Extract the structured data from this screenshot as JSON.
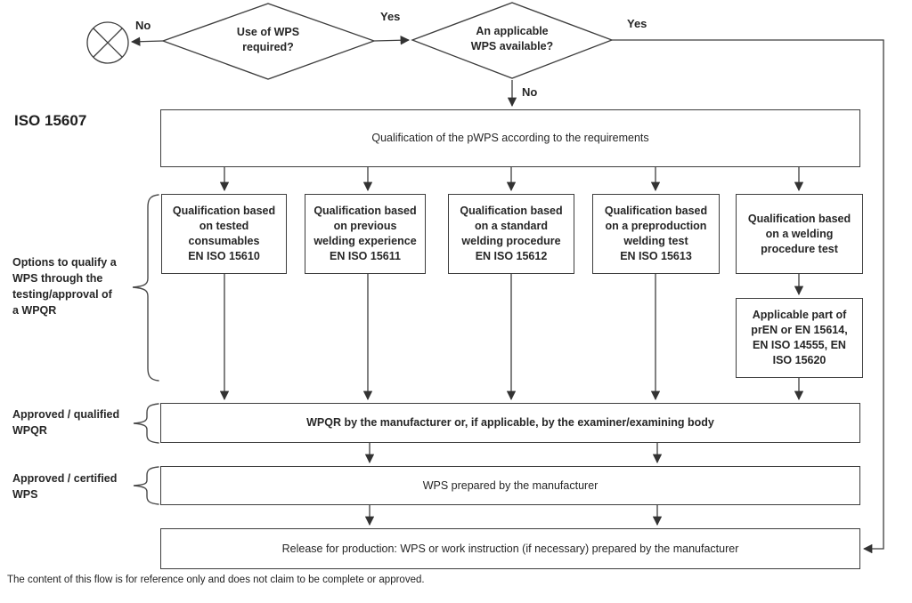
{
  "meta": {
    "standard_label": "ISO 15607",
    "footnote": "The content of this flow is for reference only and does not claim to be complete or approved."
  },
  "decisions": {
    "use_of_wps": {
      "label": "Use of WPS\nrequired?",
      "no": "No",
      "yes": "Yes"
    },
    "wps_available": {
      "label": "An applicable\nWPS available?",
      "yes": "Yes",
      "no": "No"
    }
  },
  "boxes": {
    "pwps_qualification": "Qualification of the pWPS according to the requirements",
    "options": [
      "Qualification based\non tested\nconsumables\nEN ISO 15610",
      "Qualification based\non previous\nwelding experience\nEN ISO 15611",
      "Qualification based\non a standard\nwelding procedure\nEN ISO 15612",
      "Qualification based\non a preproduction\nwelding test\nEN ISO 15613",
      "Qualification based\non a welding\nprocedure test"
    ],
    "applicable_part": "Applicable part of\nprEN or EN 15614,\nEN ISO 14555, EN\nISO 15620",
    "wpqr": "WPQR by the manufacturer or, if applicable, by the examiner/examining body",
    "wps": "WPS prepared by the manufacturer",
    "release": "Release for production: WPS or work instruction (if necessary) prepared by the manufacturer"
  },
  "side_labels": {
    "options": "Options to qualify a\nWPS through the\ntesting/approval of\na WPQR",
    "wpqr": "Approved / qualified\nWPQR",
    "wps": "Approved / certified\nWPS"
  },
  "colors": {
    "line": "#3d3d3d",
    "text": "#262626",
    "background": "#ffffff"
  }
}
